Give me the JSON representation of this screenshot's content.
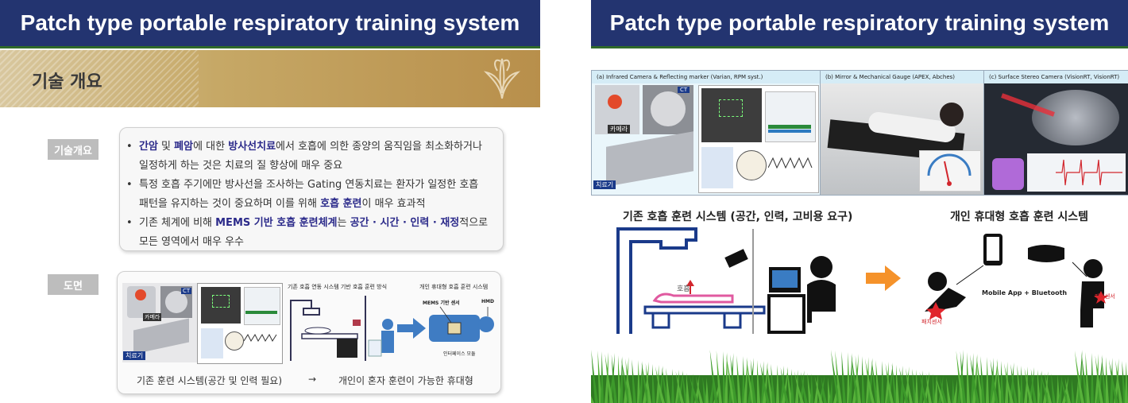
{
  "left": {
    "title": "Patch type portable respiratory training system",
    "section_heading": "기술 개요",
    "overview_tag": "기술개요",
    "bullets": [
      {
        "parts": [
          {
            "t": "간암",
            "k": true
          },
          {
            "t": " 및 ",
            "k": false
          },
          {
            "t": "폐암",
            "k": true
          },
          {
            "t": "에 대한 ",
            "k": false
          },
          {
            "t": "방사선치료",
            "k": true
          },
          {
            "t": "에서 호흡에 의한 종양의 움직임을 최소화하거나",
            "k": false
          }
        ],
        "line2": "일정하게 하는 것은 치료의 질 향상에 매우 중요"
      },
      {
        "parts": [
          {
            "t": "특정 호흡 주기에만 방사선을 조사하는 Gating 연동치료는 환자가 일정한 호흡",
            "k": false
          }
        ],
        "line2_parts": [
          {
            "t": "패턴을 유지하는 것이 중요하며 이를 위해 ",
            "k": false
          },
          {
            "t": "호흡 훈련",
            "k": true
          },
          {
            "t": "이 매우 효과적",
            "k": false
          }
        ]
      },
      {
        "parts": [
          {
            "t": "기존 체계에 비해 ",
            "k": false
          },
          {
            "t": "MEMS 기반 호흡 훈련체계",
            "k": true
          },
          {
            "t": "는 ",
            "k": false
          },
          {
            "t": "공간 · 시간 · 인력 · 재정",
            "k": true
          },
          {
            "t": "적으로",
            "k": false
          }
        ],
        "line2": "모든 영역에서 매우 우수"
      }
    ],
    "drawing_tag": "도면",
    "drawing": {
      "caption_left": "기존 훈련 시스템(공간 및 인력 필요)",
      "arrow": "→",
      "caption_right": "개인이 혼자 훈련이 가능한 휴대형",
      "mini_title_1": "기존 호흡 연동 시스템 기반 호흡 훈련 방식",
      "mini_title_2": "개인 휴대형 호흡 훈련 시스템",
      "mems_label": "MEMS 기반 센서",
      "hmd_label": "HMD",
      "interface_label": "인터페이스 모듈",
      "photo_label_treat": "치료기",
      "photo_label_cam": "카메라",
      "ct_label": "CT"
    }
  },
  "right": {
    "title": "Patch type portable respiratory training system",
    "photos": [
      {
        "caption": "(a) Infrared Camera & Reflecting marker (Varian, RPM syst.)",
        "label_cam": "카메라",
        "label_treat": "치료기",
        "ct": "CT"
      },
      {
        "caption": "(b) Mirror & Mechanical Gauge (APEX, Abches)"
      },
      {
        "caption": "(c) Surface Stereo Camera (VisionRT, VisionRT)"
      }
    ],
    "existing_system_label": "기존 호흡 훈련 시스템 (공간, 인력, 고비용 요구)",
    "portable_system_label": "개인 휴대형 호흡 훈련 시스템",
    "breath_label": "호흡",
    "mobile_label": "Mobile App + Bluetooth",
    "patch_sensor_label": "패치센서",
    "patch_sensor_label_2": "패치센서"
  },
  "colors": {
    "title_bar": "#233470",
    "keyword": "#2b2a8a",
    "arrow": "#f5922a",
    "grass": "#3d9a2b"
  }
}
